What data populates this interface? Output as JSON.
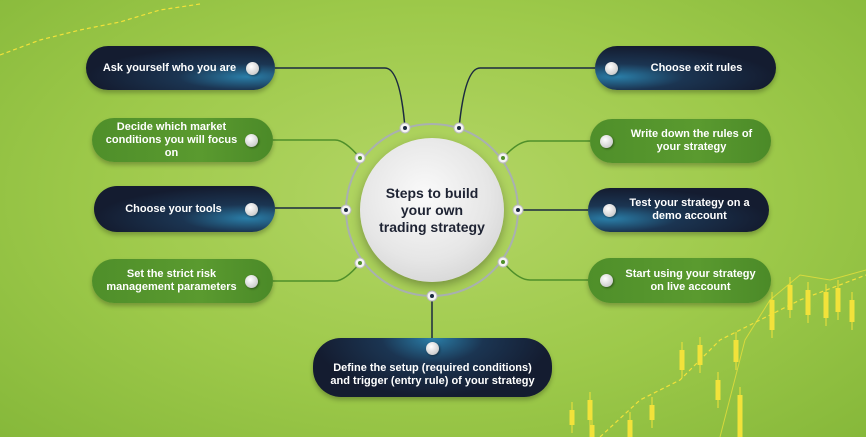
{
  "title": "Steps to build your own trading strategy",
  "steps_left": [
    {
      "label": "Ask yourself who you are",
      "style": "dark"
    },
    {
      "label": "Decide which market conditions you will focus on",
      "style": "green"
    },
    {
      "label": "Choose your tools",
      "style": "dark"
    },
    {
      "label": "Set the strict risk management parameters",
      "style": "green"
    }
  ],
  "steps_right": [
    {
      "label": "Choose exit rules",
      "style": "dark"
    },
    {
      "label": "Write down the rules of your strategy",
      "style": "green"
    },
    {
      "label": "Test your strategy on a demo account",
      "style": "dark"
    },
    {
      "label": "Start using your strategy on live account",
      "style": "green"
    }
  ],
  "step_bottom": {
    "label": "Define the setup (required conditions) and trigger (entry rule) of your strategy",
    "style": "dark"
  },
  "colors": {
    "background": "#9dc94a",
    "dark": "#141c30",
    "green": "#5a9a2f",
    "accent_chart": "#f2e23a"
  }
}
